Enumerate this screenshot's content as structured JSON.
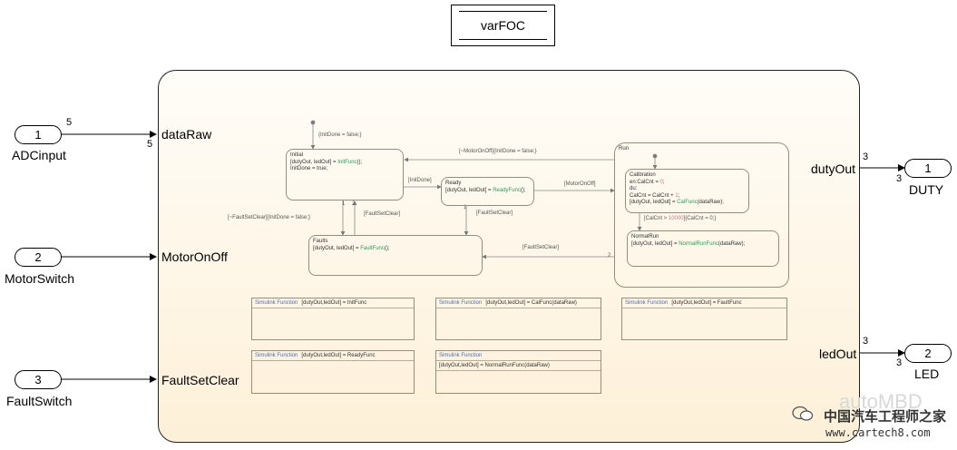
{
  "block_title": "varFOC",
  "inputs": [
    {
      "num": "1",
      "name": "ADCinput",
      "dim": "5",
      "dim_in": "5",
      "port_label": "dataRaw"
    },
    {
      "num": "2",
      "name": "MotorSwitch",
      "port_label": "MotorOnOff"
    },
    {
      "num": "3",
      "name": "FaultSwitch",
      "port_label": "FaultSetClear"
    }
  ],
  "outputs": [
    {
      "num": "1",
      "name": "DUTY",
      "port_label": "dutyOut",
      "dim_a": "3",
      "dim_b": "3"
    },
    {
      "num": "2",
      "name": "LED",
      "port_label": "ledOut",
      "dim_a": "3",
      "dim_b": "3"
    }
  ],
  "states": {
    "initial": {
      "name": "Initial",
      "line1_pre": "[dutyOut, ledOut] = ",
      "line1_fn": "InitFunc",
      "line1_post": "();",
      "line2": "InitDone = true;"
    },
    "ready": {
      "name": "Ready",
      "line1_pre": "[dutyOut, ledOut] = ",
      "line1_fn": "ReadyFunc",
      "line1_post": "();"
    },
    "faults": {
      "name": "Faults",
      "line1_pre": "[dutyOut, ledOut] = ",
      "line1_fn": "FaultFunc",
      "line1_post": "();"
    },
    "run": {
      "name": "Run"
    },
    "calibration": {
      "name": "Calibration",
      "line1_pre": "en:CalCnt = ",
      "line1_val": "0",
      "line1_post": ";",
      "line2": "du:",
      "line3_pre": "CalCnt = CalCnt + ",
      "line3_val": "1",
      "line3_post": ";",
      "line4_pre": "[dutyOut, ledOut] = ",
      "line4_fn": "CalFunc",
      "line4_post": "(dataRaw);"
    },
    "normalrun": {
      "name": "NormalRun",
      "line1_pre": "[dutyOut, ledOut] = ",
      "line1_fn": "NormalRunFunc",
      "line1_post": "(dataRaw);"
    }
  },
  "transitions": {
    "init_default": "{InitDone = false;}",
    "initdone": "[InitDone]",
    "motoronoff_ready": "[MotorOnOff]",
    "not_motor": "[~MotorOnOff]{InitDone = false;}",
    "fault_to_faults": "[FaultSetClear]",
    "faultset_ready": "[FaultSetClear]",
    "faultset_run": "[FaultSetClear]",
    "not_fault": "[~FaultSetClear]{InitDone = false;}",
    "calcnt_pre": "[CalCnt > ",
    "calcnt_val": "10000",
    "calcnt_post": "]{CalCnt = 0;}",
    "num_1": "1",
    "num_2": "2"
  },
  "functions": [
    {
      "kw": "Simulink Function",
      "sig": "[dutyOut,ledOut] = InitFunc"
    },
    {
      "kw": "Simulink Function",
      "sig": "[dutyOut,ledOut] = CalFunc(dataRaw)"
    },
    {
      "kw": "Simulink Function",
      "sig": "[dutyOut,ledOut] = FaultFunc"
    },
    {
      "kw": "Simulink Function",
      "sig": "[dutyOut,ledOut] = ReadyFunc"
    },
    {
      "kw": "Simulink Function",
      "sig": "[dutyOut,ledOut] = NormalRunFunc(dataRaw)"
    }
  ],
  "watermark": {
    "text": "中国汽车工程师之家",
    "url": "www.cartech8.com",
    "overlay": "autoMBD"
  },
  "colors": {
    "chart_bg_top": "#fffdf8",
    "chart_bg_bottom": "#fdf0d8",
    "state_border": "#9a8c7a",
    "fn_keyword": "#4a70b8",
    "fn_call": "#2b9a5a"
  }
}
